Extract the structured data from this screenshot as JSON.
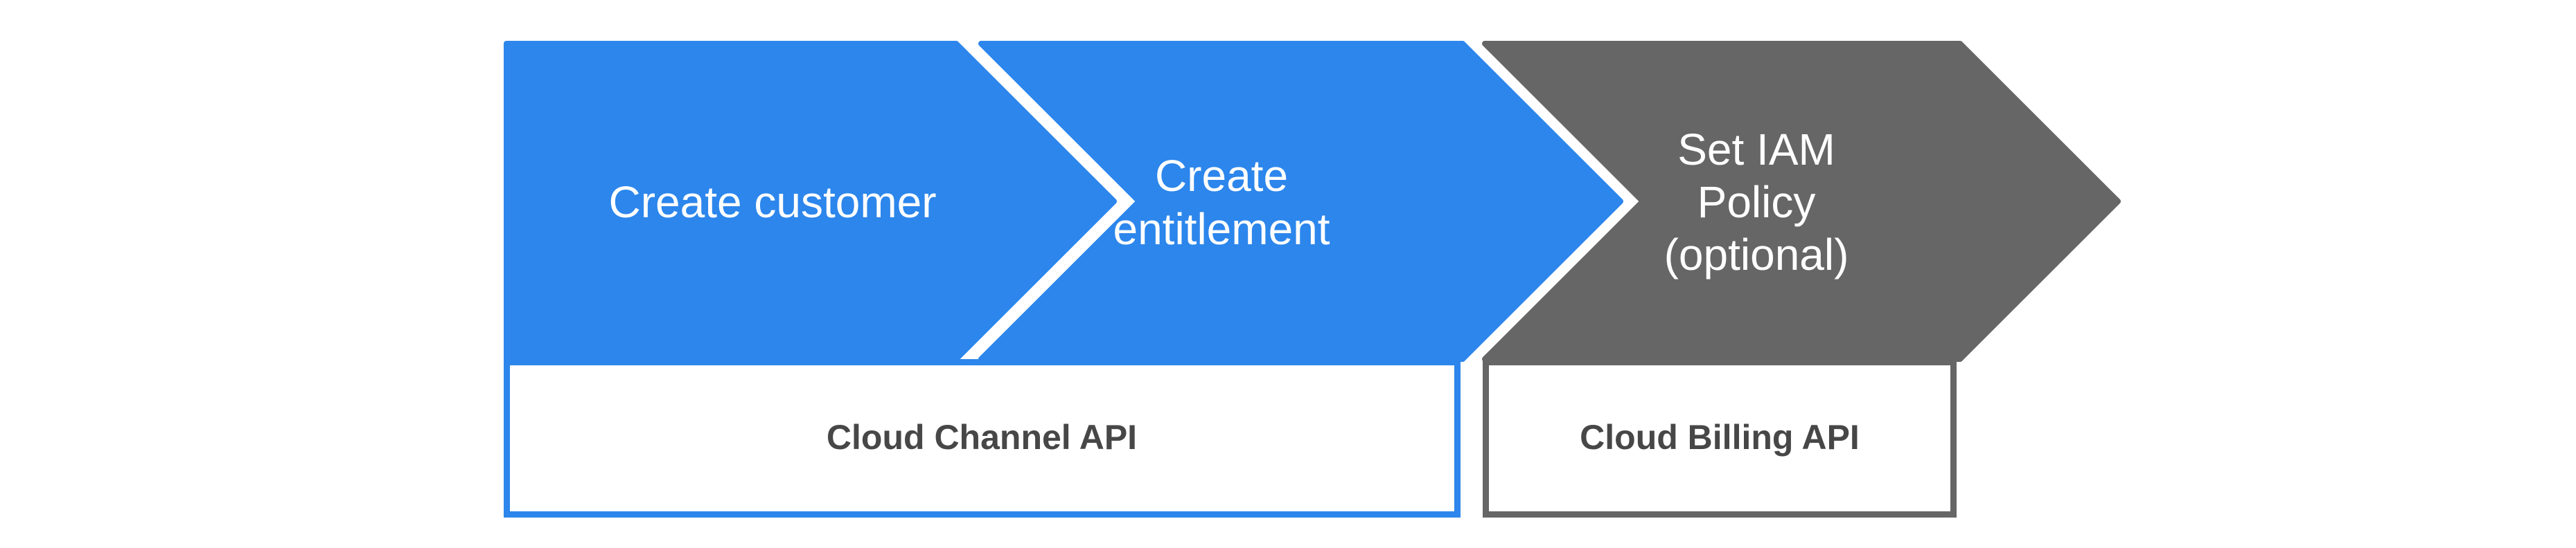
{
  "colors": {
    "background": "#FFFFFF",
    "step_blue": "#2C86EC",
    "step_gray": "#666666",
    "box_fill": "#FFFFFF",
    "box_label_color": "#474747"
  },
  "steps": [
    {
      "name": "create-customer",
      "lines": [
        "Create customer"
      ],
      "fill": "#2C86EC",
      "text_color": "#FFFFFF"
    },
    {
      "name": "create-entitlement",
      "lines": [
        "Create",
        "entitlement"
      ],
      "fill": "#2C86EC",
      "text_color": "#FFFFFF"
    },
    {
      "name": "set-iam-policy",
      "lines": [
        "Set IAM",
        "Policy",
        "(optional)"
      ],
      "fill": "#666666",
      "text_color": "#FFFFFF"
    }
  ],
  "api_boxes": [
    {
      "name": "cloud-channel-api",
      "label": "Cloud Channel API",
      "border_color": "#2C86EC",
      "label_color": "#474747"
    },
    {
      "name": "cloud-billing-api",
      "label": "Cloud Billing API",
      "border_color": "#666666",
      "label_color": "#474747"
    }
  ]
}
